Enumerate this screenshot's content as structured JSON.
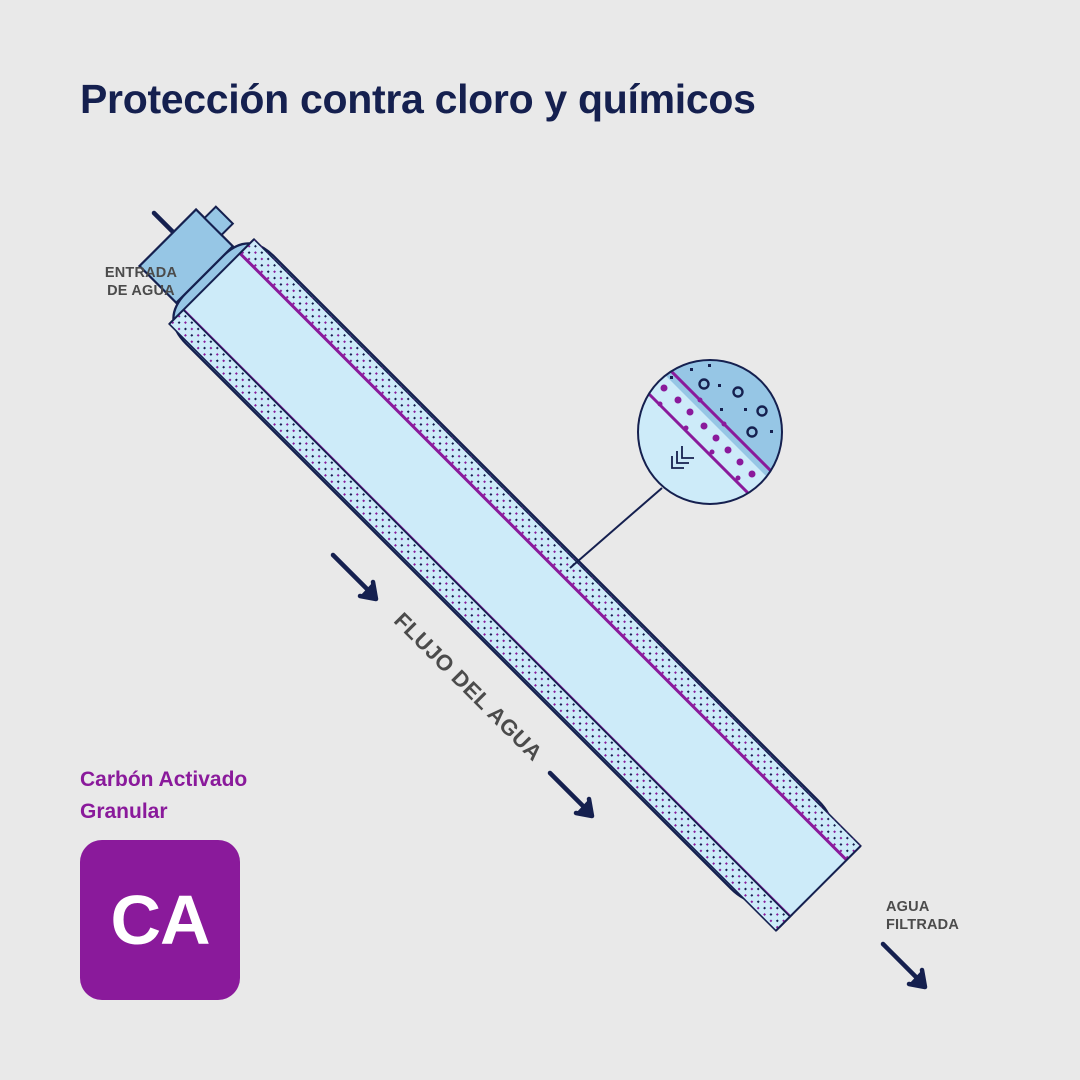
{
  "title": "Protección contra cloro y químicos",
  "inlet_label": [
    "ENTRADA",
    "DE AGUA"
  ],
  "outlet_label": [
    "AGUA",
    "FILTRADA"
  ],
  "flow_label": "FLUJO DEL AGUA",
  "media": {
    "name_lines": [
      "Carbón Activado",
      "Granular"
    ],
    "badge": "CA"
  },
  "colors": {
    "title": "#15204f",
    "housing": "#96c6e5",
    "core": "#cdebf9",
    "media_accent": "#8a1a9b",
    "outline": "#15204f",
    "background": "#e9e9e9"
  }
}
